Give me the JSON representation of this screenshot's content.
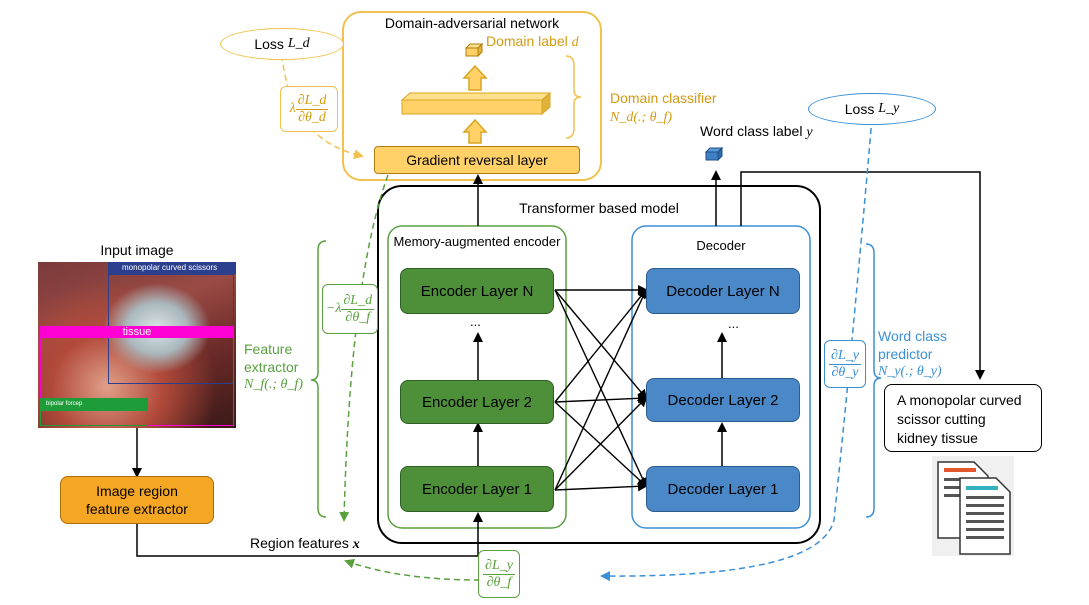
{
  "domain_adv": {
    "title": "Domain-adversarial network",
    "domain_label": "Domain label",
    "domain_label_sym": "d",
    "domain_classifier": "Domain classifier",
    "domain_classifier_sym": "N_d(.; θ_f)",
    "grl": "Gradient reversal layer",
    "loss": "Loss",
    "loss_sym": "L_d",
    "grad_d": {
      "prefix": "λ",
      "num": "∂L_d",
      "den": "∂θ_d"
    }
  },
  "transformer": {
    "title": "Transformer based model",
    "encoder_title": "Memory-augmented encoder",
    "decoder_title": "Decoder",
    "encoder_layers": [
      "Encoder Layer N",
      "Encoder Layer 2",
      "Encoder Layer 1"
    ],
    "decoder_layers": [
      "Decoder Layer N",
      "Decoder Layer 2",
      "Decoder Layer 1"
    ],
    "ellipsis": "..."
  },
  "input": {
    "title": "Input image",
    "labels": {
      "scissors": "monopolar curved scissors",
      "tissue": "tissue",
      "forceps": "bipolar forcep"
    }
  },
  "feature_extractor": {
    "label_line1": "Feature",
    "label_line2": "extractor",
    "sym": "N_f(.; θ_f)",
    "box_line1": "Image region",
    "box_line2": "feature extractor",
    "grad_f": {
      "prefix": "−λ",
      "num": "∂L_d",
      "den": "∂θ_f"
    }
  },
  "region_features": {
    "label": "Region features",
    "sym": "x"
  },
  "word_class": {
    "label": "Word class label",
    "label_sym": "y",
    "predictor_line1": "Word class",
    "predictor_line2": "predictor",
    "predictor_sym": "N_y(.; θ_y)",
    "loss": "Loss",
    "loss_sym": "L_y",
    "grad_y": {
      "num": "∂L_y",
      "den": "∂θ_y"
    },
    "grad_f": {
      "num": "∂L_y",
      "den": "∂θ_f"
    }
  },
  "caption": {
    "lines": [
      "A monopolar curved",
      "scissor cutting",
      "kidney tissue"
    ]
  },
  "colors": {
    "orange": "#f5a623",
    "yellow_fill": "#ffd166",
    "yellow_line": "#f2c14e",
    "green": "#4e8f3a",
    "green_line": "#5aa03e",
    "blue": "#4a88c7",
    "blue_line": "#3a8fd6",
    "label_orange": "#d49a10"
  }
}
